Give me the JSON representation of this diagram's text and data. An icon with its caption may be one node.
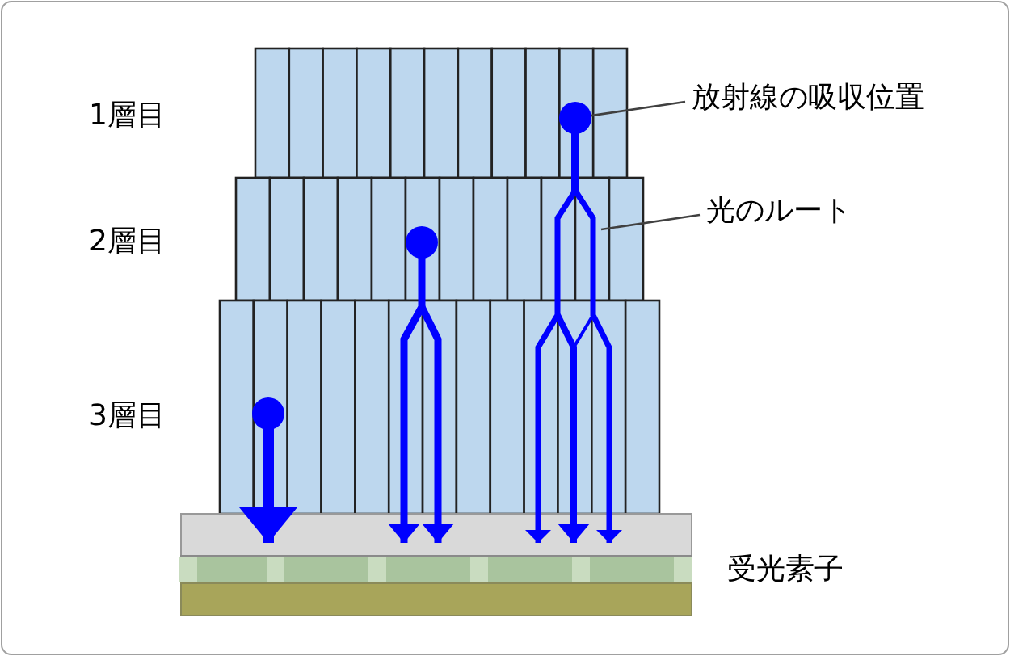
{
  "diagram": {
    "nodes": [
      {
        "text": [
          "放射線の吸収位置"
        ]
      },
      {
        "text": [],
        "shape": "circle"
      },
      {
        "text": [
          "光のルート"
        ]
      }
    ],
    "edges": [
      {
        "from": 0,
        "to": 1,
        "arrow": "none"
      },
      {
        "from": 2,
        "to": null,
        "arrow": "none"
      }
    ],
    "labels": [
      "1層目",
      "2層目",
      "3層目",
      "受光素子"
    ]
  }
}
